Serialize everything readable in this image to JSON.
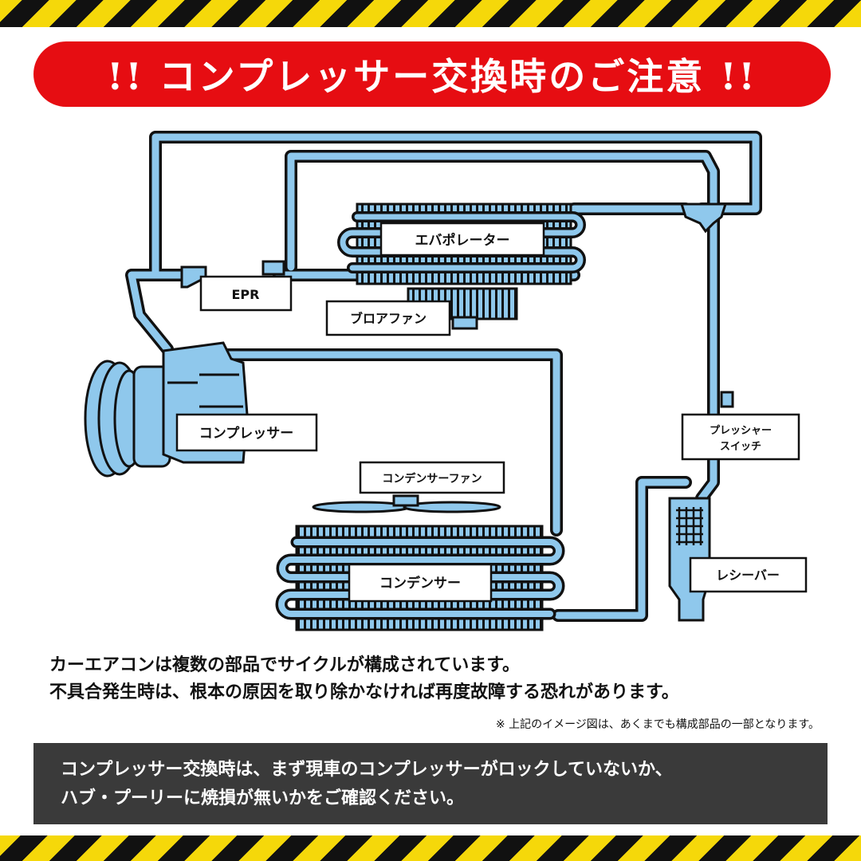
{
  "title": "!! コンプレッサー交換時のご注意 !!",
  "colors": {
    "banner": "#e60d12",
    "pipe": "#8fc8ec",
    "hazard_yellow": "#f5d80a",
    "notice_bg": "#3a3a3a"
  },
  "diagram": {
    "labels": {
      "evaporator": "エバポレーター",
      "epr": "EPR",
      "blower_fan": "ブロアファン",
      "compressor": "コンプレッサー",
      "pressure_switch_line1": "プレッシャー",
      "pressure_switch_line2": "スイッチ",
      "condenser_fan": "コンデンサーファン",
      "condenser": "コンデンサー",
      "receiver": "レシーバー"
    }
  },
  "description": {
    "line1": "カーエアコンは複数の部品でサイクルが構成されています。",
    "line2": "不具合発生時は、根本の原因を取り除かなければ再度故障する恐れがあります。"
  },
  "note": "※ 上記のイメージ図は、あくまでも構成部品の一部となります。",
  "notice": {
    "line1": "コンプレッサー交換時は、まず現車のコンプレッサーがロックしていないか、",
    "line2": "ハブ・プーリーに焼損が無いかをご確認ください。"
  }
}
